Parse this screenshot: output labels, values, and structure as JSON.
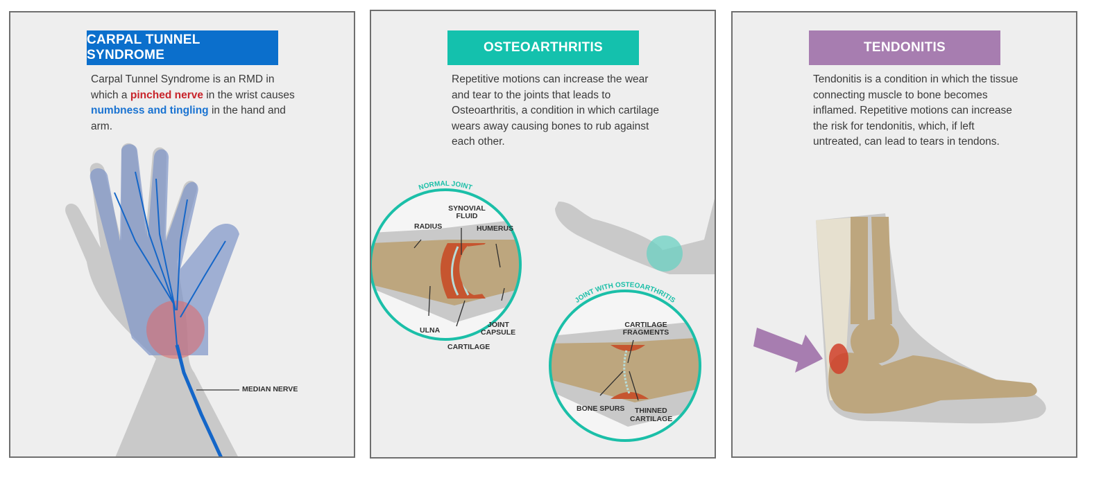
{
  "panels": [
    {
      "title": "CARPAL TUNNEL SYNDROME",
      "color": "#0b6fcc",
      "desc": {
        "t1": "Carpal Tunnel Syndrome is an RMD in which a ",
        "highlight_red": "pinched nerve",
        "t2": " in the wrist causes ",
        "highlight_blue": "numbness and tingling",
        "t3": " in the hand and arm."
      },
      "labels": {
        "median_nerve": "MEDIAN NERVE"
      }
    },
    {
      "title": "OSTEOARTHRITIS",
      "color": "#14c1ad",
      "desc": "Repetitive motions can increase the wear and tear to the joints that leads to Osteoarthritis, a condition in which cartilage wears away causing bones to rub against each other.",
      "labels": {
        "normal_joint": "NORMAL JOINT",
        "synovial": "SYNOVIAL",
        "fluid": "FLUID",
        "radius": "RADIUS",
        "humerus": "HUMERUS",
        "ulna": "ULNA",
        "cartilage": "CARTILAGE",
        "joint": "JOINT",
        "capsule": "CAPSULE",
        "oa_joint": "JOINT WITH OSTEOARTHRITIS",
        "cart_frag1": "CARTILAGE",
        "cart_frag2": "FRAGMENTS",
        "bone_spurs": "BONE SPURS",
        "thinned": "THINNED",
        "thinned2": "CARTILAGE"
      }
    },
    {
      "title": "TENDONITIS",
      "color": "#a77db0",
      "desc": "Tendonitis is a condition in which the tissue connecting muscle to bone becomes inflamed. Repetitive motions can increase the risk for tendonitis, which, if left untreated, can lead to tears in tendons."
    }
  ]
}
